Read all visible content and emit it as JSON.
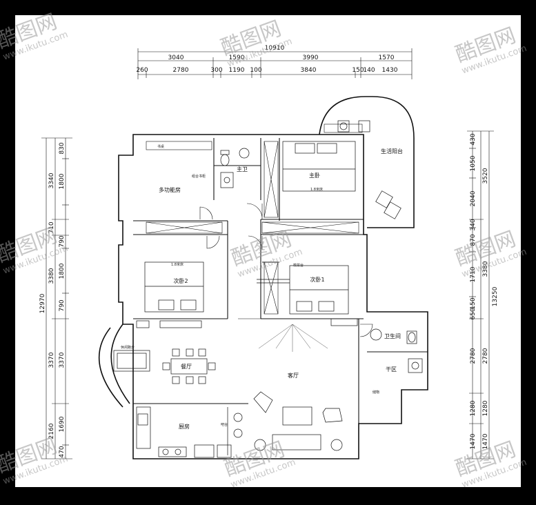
{
  "dimensions": {
    "top_total": "10910",
    "top_row1": [
      "3040",
      "1590",
      "3990",
      "1570"
    ],
    "top_row2": [
      "260",
      "2780",
      "300",
      "1190",
      "100",
      "3840",
      "150",
      "140",
      "1430"
    ],
    "left_total": "12970",
    "left_outer": [
      "3340",
      "710",
      "3380",
      "3370",
      "2160"
    ],
    "left_inner": [
      "830",
      "1800",
      "790",
      "1800",
      "790",
      "3370",
      "1690",
      "470"
    ],
    "right_total": "13250",
    "right_outer": [
      "3520",
      "3380",
      "2780",
      "1280",
      "1470"
    ],
    "right_inner": [
      "430",
      "1050",
      "2040",
      "340",
      "870",
      "1710",
      "150",
      "650",
      "2780",
      "1280",
      "1470"
    ]
  },
  "rooms": {
    "study": "多功能房",
    "master_bath": "主卫",
    "master_bedroom": "主卧",
    "balcony": "生活阳台",
    "bedroom2": "次卧2",
    "bedroom1": "次卧1",
    "bathroom": "卫生间",
    "dry_area": "干区",
    "dining": "餐厅",
    "living": "客厅",
    "kitchen": "厨房"
  },
  "small_labels": {
    "desk": "书桌",
    "bookcase": "组合书柜",
    "bed_master": "1.8米床",
    "bed_2": "1.8米床",
    "tv_cabinet": "梳妆台",
    "bar": "吧台",
    "treadmill": "休闲跑步",
    "cabinet": "储物"
  },
  "watermark": {
    "brand": "酷图网",
    "url": "www.ikutu.com"
  }
}
